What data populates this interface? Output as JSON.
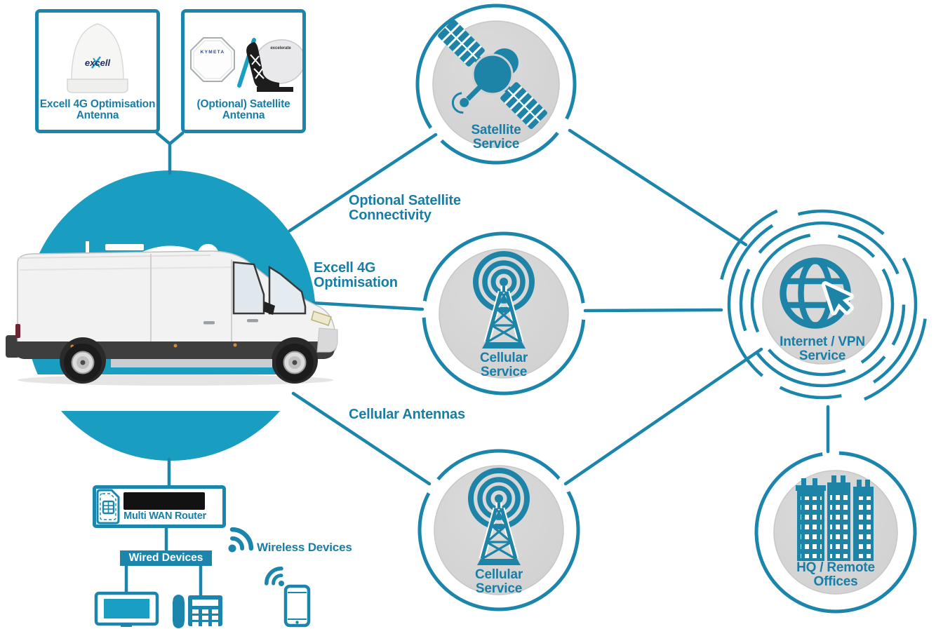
{
  "colors": {
    "line_teal": "#1b85ab",
    "hub_circle_teal": "#199dc1",
    "text_teal": "#187ea6",
    "node_gray": "#d2d2d2",
    "router_black": "#121212",
    "background": "#ffffff"
  },
  "equipment": {
    "excell_box": {
      "caption": "Excell 4G Optimisation Antenna",
      "logo_text": "excell",
      "image": "dome-antenna"
    },
    "satellite_box": {
      "caption": "(Optional) Satellite Antenna",
      "panel_logo_text": "KYMETA",
      "dish_logo_text": "excelerate",
      "images": [
        "flat-panel-antenna",
        "dish-antenna"
      ]
    }
  },
  "vehicle_hub": {
    "image": "white-panel-van-with-roof-antennas"
  },
  "link_labels": {
    "satellite": "Optional Satellite Connectivity",
    "optimisation": "Excell 4G Optimisation",
    "cellular": "Cellular Antennas"
  },
  "nodes": {
    "satellite": {
      "label": "Satellite Service",
      "icon": "satellite-icon"
    },
    "cellular_mid": {
      "label": "Cellular Service",
      "icon": "cell-tower-icon"
    },
    "cellular_bottom": {
      "label": "Cellular Service",
      "icon": "cell-tower-icon"
    },
    "internet": {
      "label": "Internet / VPN Service",
      "icon": "globe-cursor-icon"
    },
    "hq": {
      "label": "HQ / Remote Offices",
      "icon": "buildings-icon"
    }
  },
  "lan": {
    "router_label": "Multi WAN Router",
    "wired_label": "Wired Devices",
    "wireless_label": "Wireless Devices",
    "icons": [
      "sim-card-icon",
      "monitor-icon",
      "desk-phone-icon",
      "wifi-icon",
      "smartphone-icon"
    ]
  }
}
